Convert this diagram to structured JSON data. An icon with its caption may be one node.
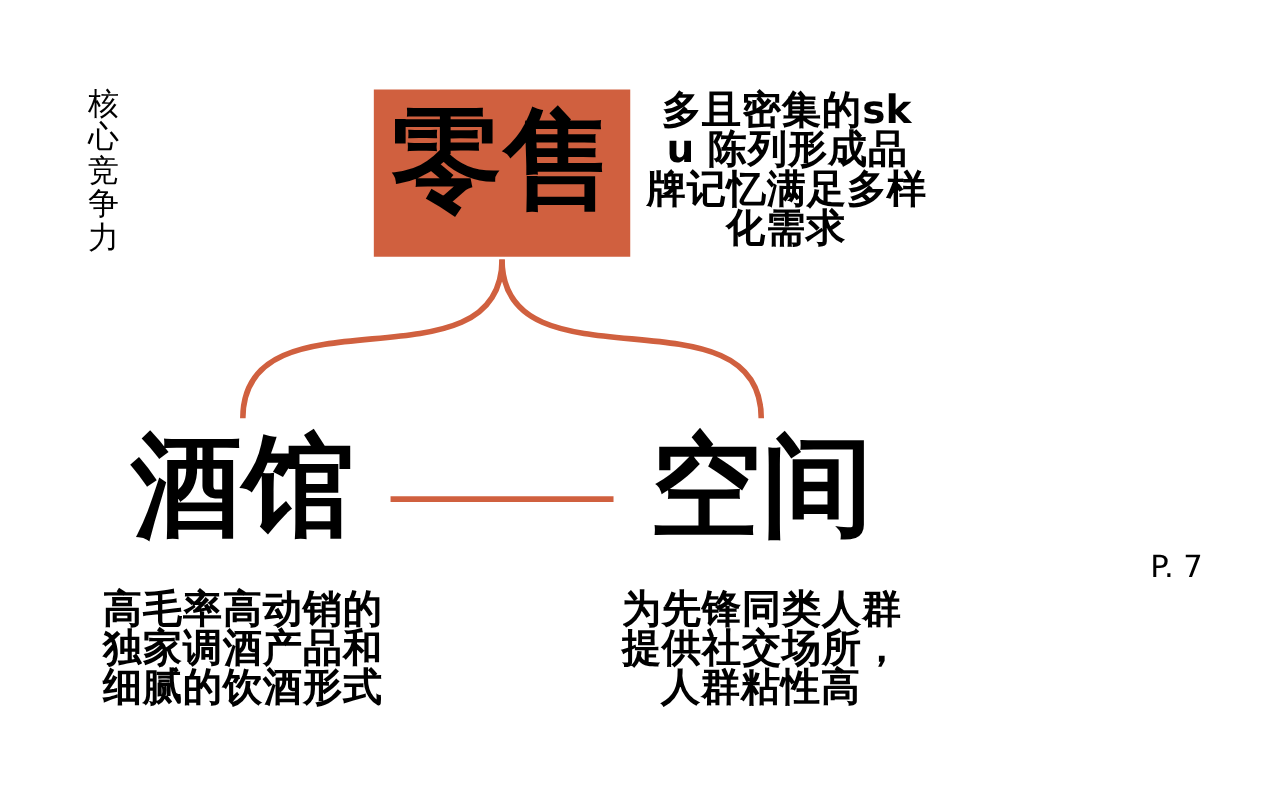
{
  "diagram": {
    "nodes": [
      {
        "text": [
          "零售"
        ],
        "beside": [
          "多且密集的sku 陈列形成品牌记忆满足多样化需求"
        ]
      },
      {
        "text": [
          "酒馆"
        ],
        "beside": [
          "高毛率高动销的独家调酒产品和细腻的饮酒形式"
        ]
      },
      {
        "text": [
          "空间"
        ],
        "beside": [
          "为先锋同类人群提供社交场所，人群粘性高"
        ]
      }
    ],
    "edges": [
      {
        "from": 0,
        "to": 1,
        "arrow": "none"
      },
      {
        "from": 0,
        "to": 2,
        "arrow": "none"
      },
      {
        "from": 1,
        "to": 2,
        "arrow": "none"
      }
    ],
    "labels": [
      "核心竞争力",
      "P. 7"
    ]
  }
}
